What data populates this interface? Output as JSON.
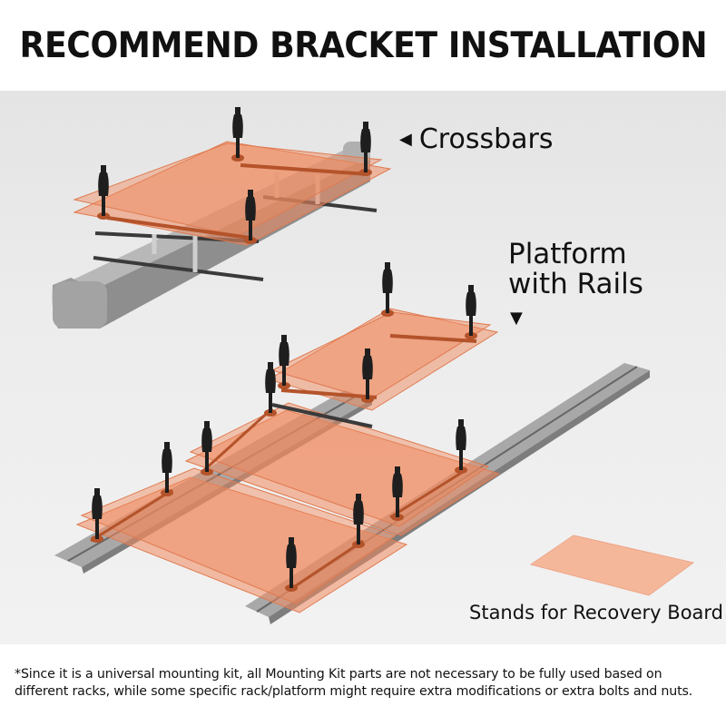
{
  "header": {
    "title": "RECOMMEND BRACKET INSTALLATION"
  },
  "labels": {
    "crossbars": "Crossbars",
    "platform_line1": "Platform",
    "platform_line2": "with Rails",
    "stands": "Stands for Recovery Board"
  },
  "icons": {
    "crossbars_arrow": "arrow-left-icon",
    "platform_arrow": "arrow-down-icon"
  },
  "colors": {
    "board_fill": "#f08a5e",
    "bracket": "#b4532a",
    "crossbar": "#909090",
    "rail": "#a8a8a8",
    "knob": "#1e1e1e"
  },
  "footer": {
    "note_line1": "*Since it is a universal mounting kit, all Mounting Kit parts are not necessary to be fully used based on",
    "note_line2": "different racks, while some specific rack/platform might require extra modifications or extra bolts and nuts."
  }
}
